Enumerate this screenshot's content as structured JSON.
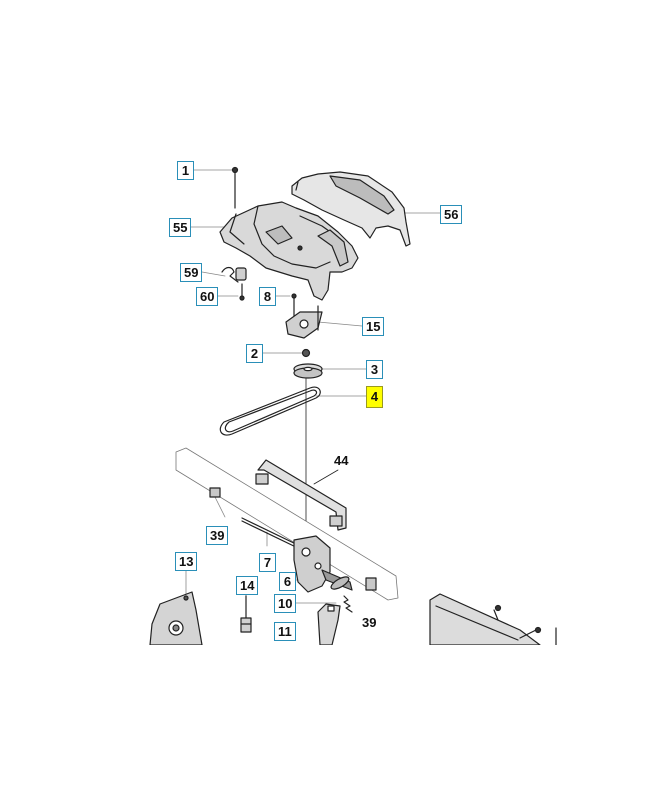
{
  "colors": {
    "callout_border": "#2a8fb8",
    "highlight": "#ffff00",
    "line_art": "#222222"
  },
  "callouts": {
    "c1": "1",
    "c55": "55",
    "c56": "56",
    "c59": "59",
    "c60": "60",
    "c8": "8",
    "c15": "15",
    "c2": "2",
    "c3": "3",
    "c4": "4",
    "c44": "44",
    "c39a": "39",
    "c7": "7",
    "c13": "13",
    "c14": "14",
    "c6": "6",
    "c10": "10",
    "c11": "11",
    "c39b": "39"
  },
  "highlighted_part": "4"
}
